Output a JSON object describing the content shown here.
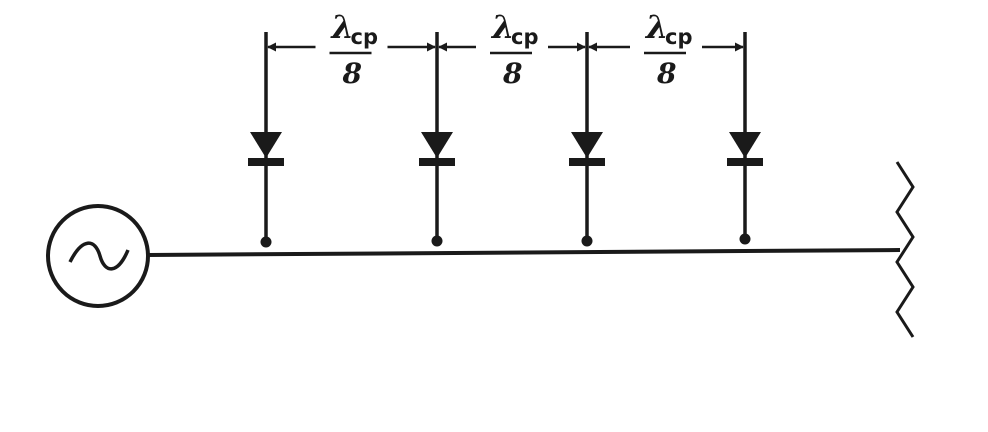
{
  "colors": {
    "ink": "#1a1a1a",
    "background": "#ffffff"
  },
  "source": {
    "symbol": "~"
  },
  "spacing_label": {
    "numerator_symbol": "λ",
    "numerator_subscript": "ср",
    "denominator": "8"
  },
  "diode_count": 4,
  "icons": [
    "ac-source-icon",
    "diode-icon",
    "wavy-termination-icon"
  ]
}
